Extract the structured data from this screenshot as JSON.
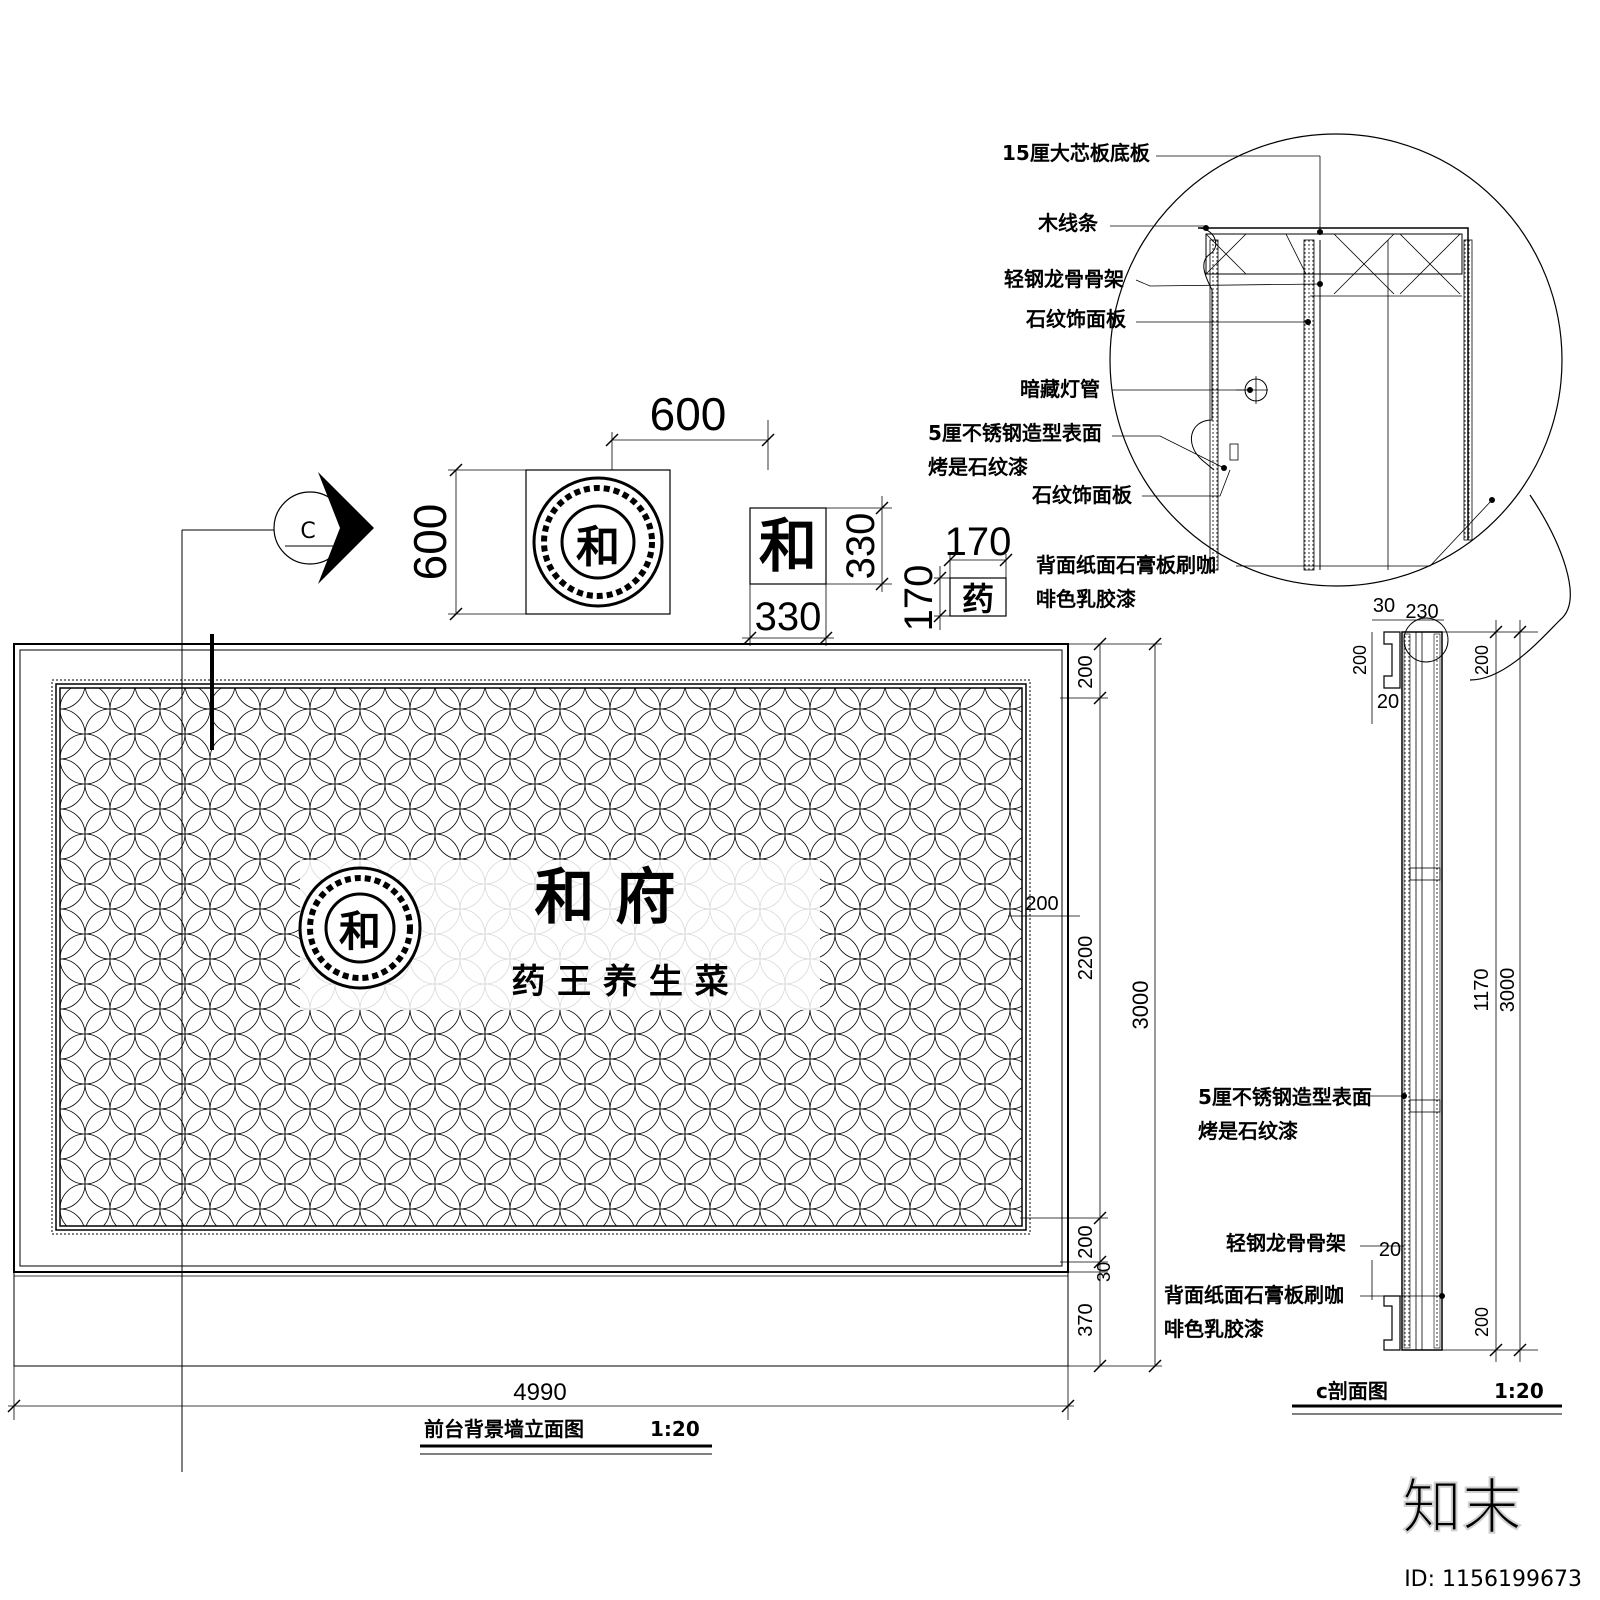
{
  "elevation": {
    "title": "前台背景墙立面图",
    "scale": "1:20",
    "brand_main": "和 府",
    "brand_sub": "药 王 养 生 菜",
    "section_marker_letter": "C",
    "dims": {
      "width_total": "4990",
      "height_total": "3000",
      "inner_height": "2200",
      "frame_top": "200",
      "frame_bottom": "200",
      "gap": "30",
      "base": "370",
      "side": "200"
    }
  },
  "details": {
    "logo_width": "600",
    "logo_height": "600",
    "char_he": "和",
    "char_he_w": "330",
    "char_he_h": "330",
    "char_yao": "药",
    "char_yao_w": "170",
    "char_yao_h": "170"
  },
  "detail_callouts": [
    "15厘大芯板底板",
    "木线条",
    "轻钢龙骨骨架",
    "石纹饰面板",
    "暗藏灯管",
    "5厘不锈钢造型表面",
    "烤是石纹漆",
    "石纹饰面板",
    "背面纸面石膏板刷咖",
    "啡色乳胶漆"
  ],
  "section": {
    "title": "c剖面图",
    "scale": "1:20",
    "dims": {
      "d30": "30",
      "d230": "230",
      "d200_top": "200",
      "d20_top": "20",
      "d200_right_top": "200",
      "d1170": "1170",
      "d3000": "3000",
      "d20_bottom": "20",
      "d200_bottom": "200"
    },
    "labels": [
      "5厘不锈钢造型表面",
      "烤是石纹漆",
      "轻钢龙骨骨架",
      "背面纸面石膏板刷咖",
      "啡色乳胶漆"
    ]
  },
  "watermark": {
    "logo": "知末",
    "id": "ID: 1156199673"
  }
}
